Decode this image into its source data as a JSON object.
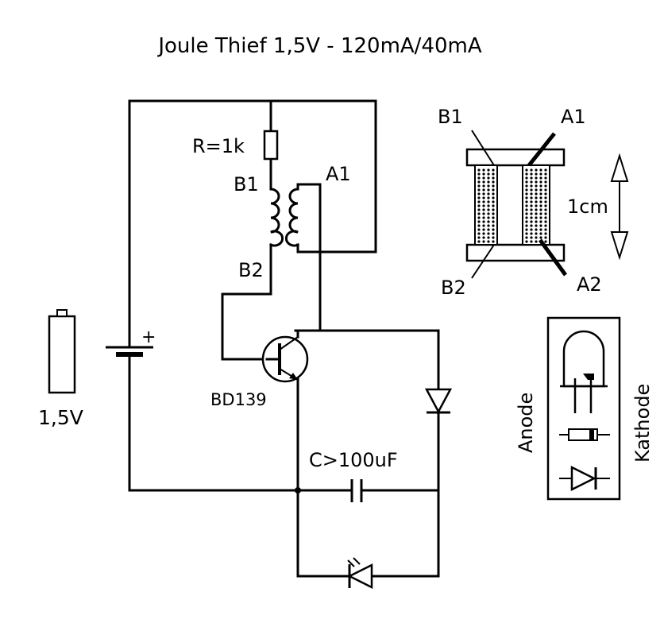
{
  "title": "Joule Thief 1,5V - 120mA/40mA",
  "resistor_label": "R=1k",
  "coil": {
    "b1": "B1",
    "a1": "A1",
    "b2": "B2"
  },
  "transistor_label": "BD139",
  "battery": {
    "plus": "+",
    "voltage": "1,5V"
  },
  "capacitor_label": "C>100uF",
  "toroid": {
    "b1": "B1",
    "a1": "A1",
    "b2": "B2",
    "a2": "A2",
    "scale": "1cm"
  },
  "led_legend": {
    "anode": "Anode",
    "kathode": "Kathode"
  }
}
